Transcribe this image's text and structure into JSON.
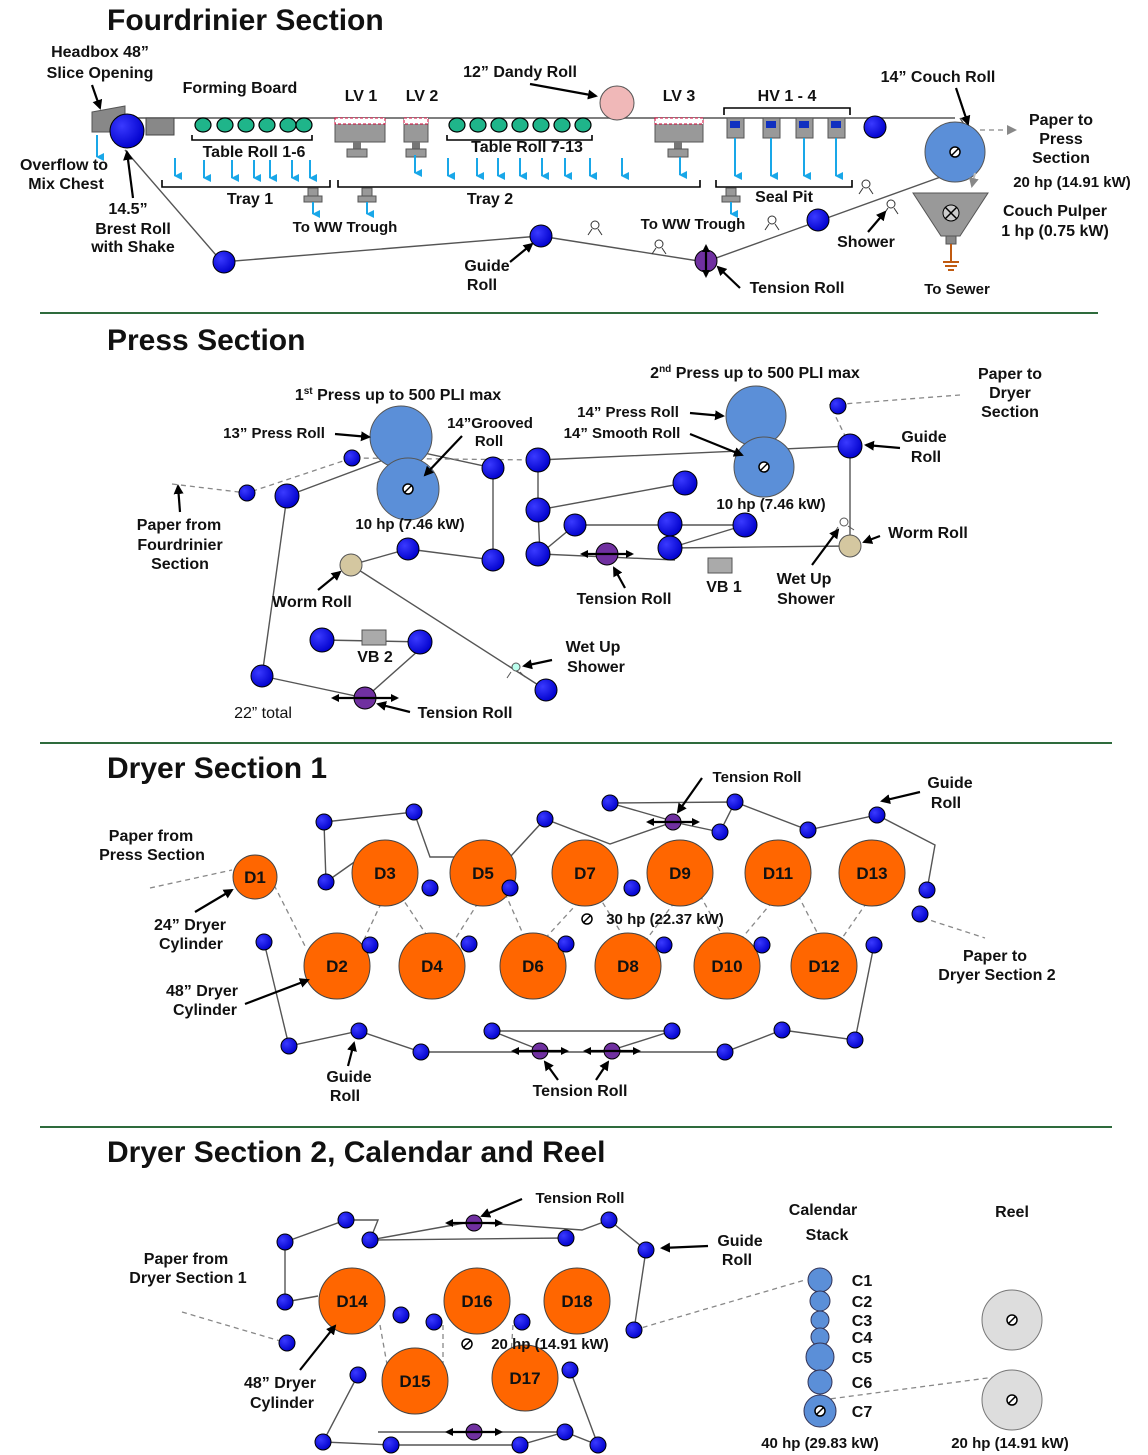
{
  "colors": {
    "roll_blue": "#0000ee",
    "press_blue": "#5b8fd8",
    "dryer_orange": "#ff6600",
    "tension_purple": "#7030a0",
    "worm_tan": "#d4c7a0",
    "water_blue": "#19a7e8",
    "divider_green": "#2e6b3c",
    "reel_gray": "#dddddd"
  },
  "fourdrinier": {
    "title": "Fourdrinier Section",
    "headbox": [
      "Headbox 48”",
      "Slice Opening"
    ],
    "forming_board": "Forming Board",
    "overflow": [
      "Overflow to",
      "Mix Chest"
    ],
    "brest_roll": [
      "14.5”",
      "Brest Roll",
      "with Shake"
    ],
    "table_roll_1": "Table Roll 1-6",
    "table_roll_2": "Table Roll 7-13",
    "tray1": "Tray 1",
    "tray2": "Tray 2",
    "ww_trough_1": "To WW Trough",
    "ww_trough_2": "To WW Trough",
    "lv1": "LV 1",
    "lv2": "LV 2",
    "lv3": "LV 3",
    "hv": "HV 1 - 4",
    "dandy": "12” Dandy Roll",
    "seal_pit": "Seal Pit",
    "couch": "14” Couch Roll",
    "paper_to_press": [
      "Paper to",
      "Press",
      "Section"
    ],
    "couch_power": "20 hp (14.91 kW)",
    "couch_pulper": [
      "Couch Pulper",
      "1 hp (0.75 kW)"
    ],
    "shower": "Shower",
    "to_sewer": "To Sewer",
    "guide_roll": [
      "Guide",
      "Roll"
    ],
    "tension_roll": "Tension Roll"
  },
  "press": {
    "title": "Press Section",
    "first_press": {
      "ordinal": "1",
      "sup": "st",
      "rest": " Press up to 500 PLI max"
    },
    "second_press": {
      "ordinal": "2",
      "sup": "nd",
      "rest": " Press up to 500 PLI max"
    },
    "press_roll_13": "13” Press Roll",
    "grooved_roll": [
      "14”Grooved",
      "Roll"
    ],
    "press_roll_14": "14” Press Roll",
    "smooth_roll": "14” Smooth Roll",
    "paper_to_dryer": [
      "Paper to",
      "Dryer",
      "Section"
    ],
    "guide_roll": [
      "Guide",
      "Roll"
    ],
    "power_1": "10 hp (7.46 kW)",
    "power_2": "10 hp (7.46 kW)",
    "paper_from": [
      "Paper from",
      "Fourdrinier",
      "Section"
    ],
    "worm_roll_1": "Worm Roll",
    "worm_roll_2": "Worm Roll",
    "tension_roll_1": "Tension Roll",
    "tension_roll_2": "Tension Roll",
    "vb1": "VB 1",
    "vb2": "VB 2",
    "wet_up_1": [
      "Wet Up",
      "Shower"
    ],
    "wet_up_2": [
      "Wet Up",
      "Shower"
    ],
    "total": "22” total"
  },
  "dryer1": {
    "title": "Dryer Section 1",
    "tension_roll_top": "Tension Roll",
    "guide_roll_top": [
      "Guide",
      "Roll"
    ],
    "paper_from": [
      "Paper from",
      "Press Section"
    ],
    "dryer_24": [
      "24” Dryer",
      "Cylinder"
    ],
    "dryer_48": [
      "48” Dryer",
      "Cylinder"
    ],
    "power": "30 hp (22.37 kW)",
    "paper_to": [
      "Paper to",
      "Dryer Section 2"
    ],
    "guide_roll_bottom": [
      "Guide",
      "Roll"
    ],
    "tension_roll_bottom": "Tension Roll",
    "cylinders_top": [
      "D1",
      "D3",
      "D5",
      "D7",
      "D9",
      "D11",
      "D13"
    ],
    "cylinders_bottom": [
      "D2",
      "D4",
      "D6",
      "D8",
      "D10",
      "D12"
    ]
  },
  "dryer2": {
    "title": "Dryer Section 2, Calendar and Reel",
    "tension_roll": "Tension Roll",
    "guide_roll": [
      "Guide",
      "Roll"
    ],
    "paper_from": [
      "Paper from",
      "Dryer Section 1"
    ],
    "dryer_48": [
      "48” Dryer",
      "Cylinder"
    ],
    "power": "20 hp (14.91 kW)",
    "cylinders_top": [
      "D14",
      "D16",
      "D18"
    ],
    "cylinders_bottom": [
      "D15",
      "D17"
    ]
  },
  "calendar": {
    "title": [
      "Calendar",
      "Stack"
    ],
    "rolls": [
      "C1",
      "C2",
      "C3",
      "C4",
      "C5",
      "C6",
      "C7"
    ],
    "power": "40 hp (29.83 kW)"
  },
  "reel": {
    "title": "Reel",
    "power": "20 hp (14.91 kW)"
  }
}
